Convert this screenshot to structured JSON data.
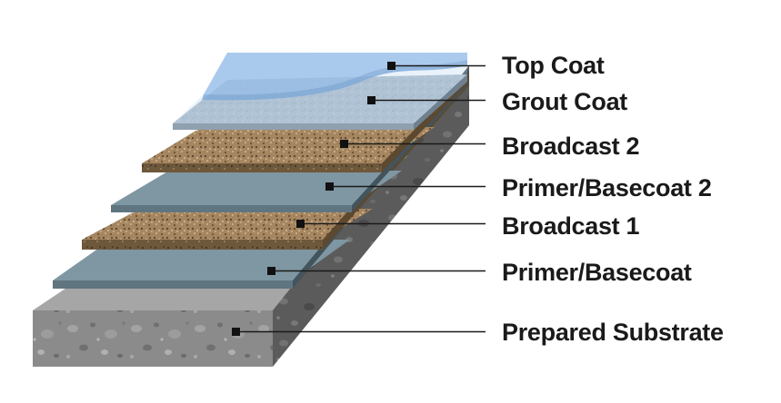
{
  "layers": [
    {
      "id": "top-coat",
      "label": "Top Coat"
    },
    {
      "id": "grout-coat",
      "label": "Grout Coat"
    },
    {
      "id": "broadcast-2",
      "label": "Broadcast 2"
    },
    {
      "id": "primer-basecoat-2",
      "label": "Primer/Basecoat 2"
    },
    {
      "id": "broadcast-1",
      "label": "Broadcast 1"
    },
    {
      "id": "primer-basecoat",
      "label": "Primer/Basecoat"
    },
    {
      "id": "prepared-substrate",
      "label": "Prepared Substrate"
    }
  ],
  "colors": {
    "label_text": "#1a1a1a",
    "concrete_top": "#9a9a9a",
    "concrete_front": "#8a8a8a",
    "concrete_side": "#5a5a5a",
    "primer_top": "#7f96a3",
    "primer_front": "#5f7580",
    "primer_side": "#43545d",
    "broadcast_top": "#a88a64",
    "broadcast_front": "#7d6545",
    "broadcast_side": "#5c4930",
    "grout_top": "#b7c4cf",
    "top_coat": "#8fb8e6"
  }
}
